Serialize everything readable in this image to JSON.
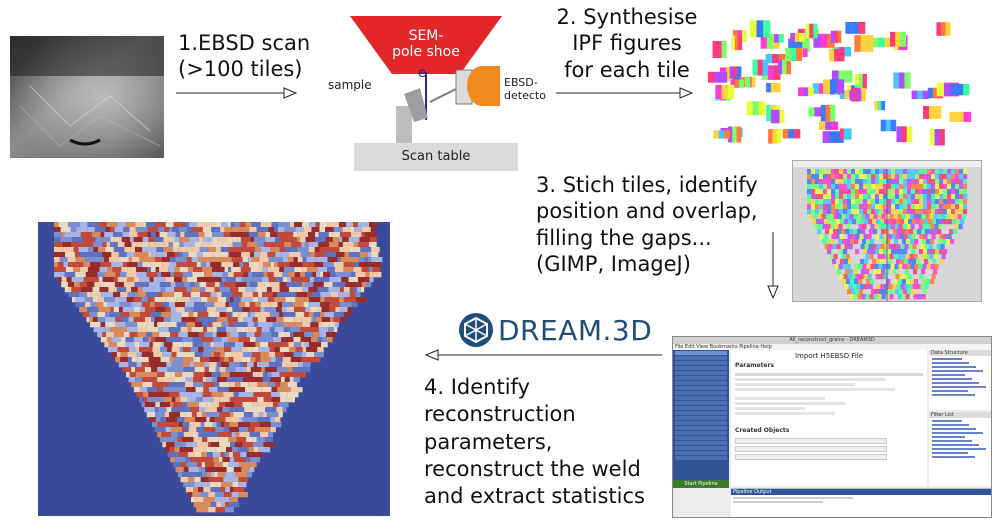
{
  "steps": {
    "step1": {
      "line1": "1.EBSD scan",
      "line2": "(>100 tiles)"
    },
    "step2": {
      "line1": "2. Synthesise",
      "line2": "IPF figures",
      "line3": "for each tile"
    },
    "step3": {
      "line1": "3. Stich tiles, identify",
      "line2": "position and overlap,",
      "line3": "filling the gaps...",
      "line4": "(GIMP, ImageJ)"
    },
    "step4": {
      "line1": "4. Identify",
      "line2": "reconstruction",
      "line3": "parameters,",
      "line4": "reconstruct the weld",
      "line5": "and extract statistics"
    }
  },
  "sem": {
    "pole_shoe": "SEM-\npole shoe",
    "electron": "e",
    "sample": "sample",
    "detector": "EBSD-\ndetector",
    "scan_table": "Scan table"
  },
  "dream3d": {
    "logo_text": "DREAM.3D",
    "window_title": "All_reconstruct_grains - DREAM3D",
    "menu": "File  Edit  View  Bookmarks  Pipeline  Help",
    "filter_title": "Import H5EBSD File",
    "parameters": "Parameters",
    "created_objects": "Created Objects",
    "data_structure": "Data Structure",
    "start_pipeline": "Start Pipeline",
    "pipeline_output": "Pipeline Output",
    "filter_list": "Filter List"
  },
  "colors": {
    "pole_shoe": "#e3262a",
    "detector": "#f08a1c",
    "dream_logo": "#1f4e79",
    "weld_background": "#3b4a9a"
  }
}
